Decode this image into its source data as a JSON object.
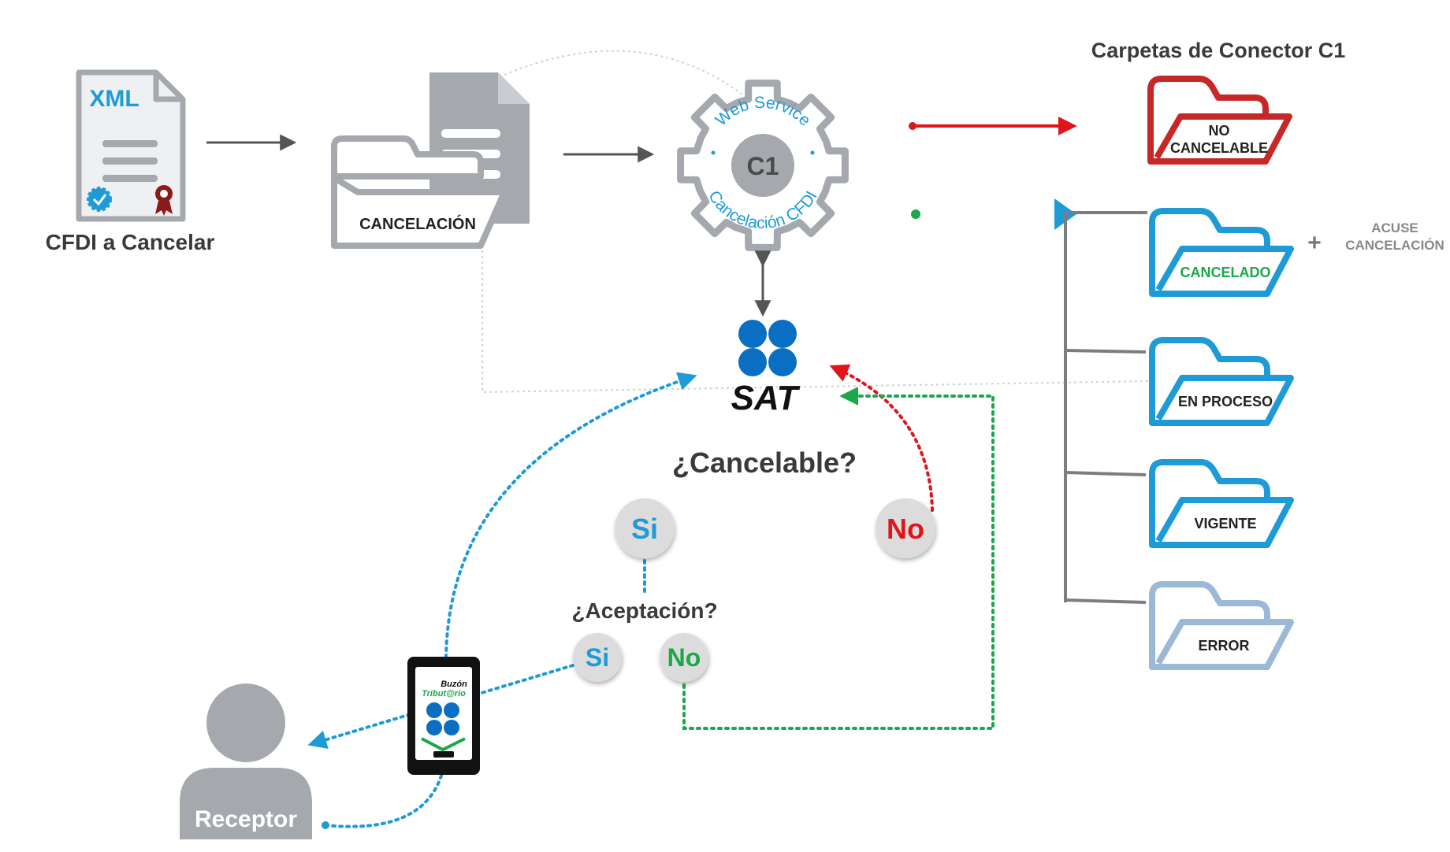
{
  "cfdi": {
    "badge": "XML",
    "label": "CFDI a Cancelar"
  },
  "cancel_folder": {
    "label": "CANCELACIÓN"
  },
  "gear": {
    "center": "C1",
    "ring_top": "Web Service",
    "ring_bottom": "Cancelación CFDI"
  },
  "sat": {
    "logo_text": "SAT"
  },
  "connector": {
    "title": "Carpetas de Conector C1",
    "folders": [
      {
        "line1": "NO",
        "line2": "CANCELABLE",
        "color": "#c62828"
      },
      {
        "line1": "",
        "line2": "CANCELADO",
        "color": "#1e9bd7",
        "text_color": "#1aa84a"
      },
      {
        "line1": "",
        "line2": "EN PROCESO",
        "color": "#1e9bd7"
      },
      {
        "line1": "",
        "line2": "VIGENTE",
        "color": "#1e9bd7"
      },
      {
        "line1": "",
        "line2": "ERROR",
        "color": "#9bb8d6"
      }
    ],
    "plus": "+",
    "acuse_line1": "ACUSE",
    "acuse_line2": "CANCELACIÓN"
  },
  "decision": {
    "question": "¿Cancelable?",
    "yes": "Si",
    "no": "No",
    "acceptance_question": "¿Aceptación?",
    "acceptance_yes": "Si",
    "acceptance_no": "No"
  },
  "phone": {
    "line1": "Buzón",
    "line2": "Tribut@rio"
  },
  "receptor": {
    "label": "Receptor"
  },
  "colors": {
    "gray": "#a5a9ae",
    "dark_text": "#3a3a3a",
    "blue": "#1e9bd7",
    "red": "#e0141b",
    "green": "#1aa84a",
    "sat_blue": "#0a6fc2"
  }
}
